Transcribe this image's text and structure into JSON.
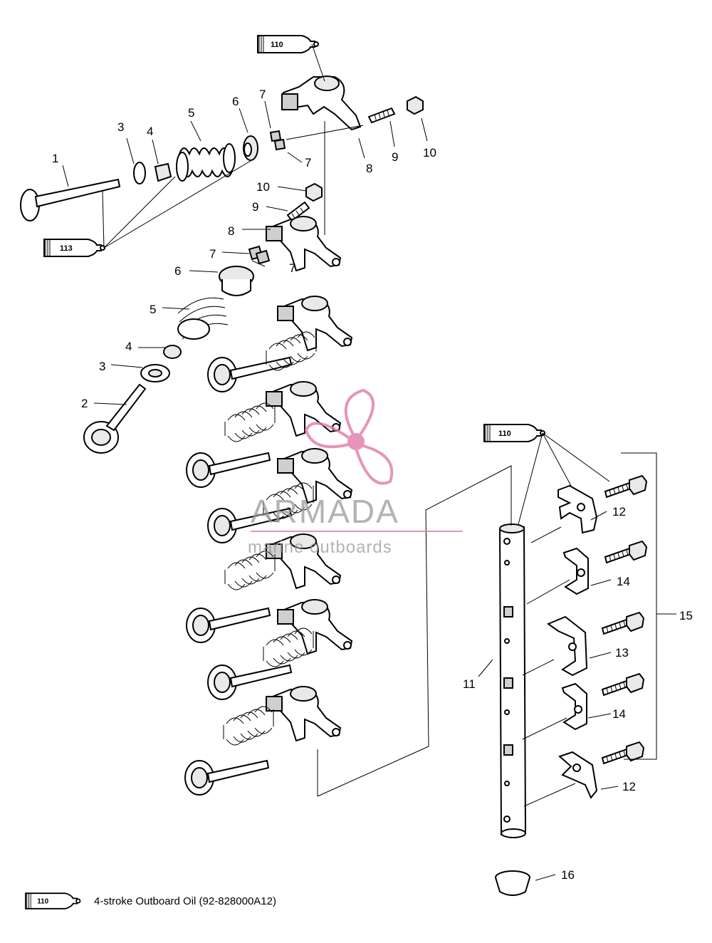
{
  "callouts": {
    "n1": "1",
    "n2": "2",
    "n3": "3",
    "n4": "4",
    "n5": "5",
    "n6": "6",
    "n7": "7",
    "n8": "8",
    "n9": "9",
    "n10": "10",
    "n11": "11",
    "n12": "12",
    "n13": "13",
    "n14": "14",
    "n15": "15",
    "n16": "16"
  },
  "tubes": {
    "oil": "110",
    "grease": "113"
  },
  "legend": {
    "code": "110",
    "text": "4-stroke Outboard Oil (92-828000A12)"
  },
  "watermark": {
    "brand": "ARMADA",
    "tagline": "marine outboards",
    "accent_color": "#e07aa8"
  }
}
